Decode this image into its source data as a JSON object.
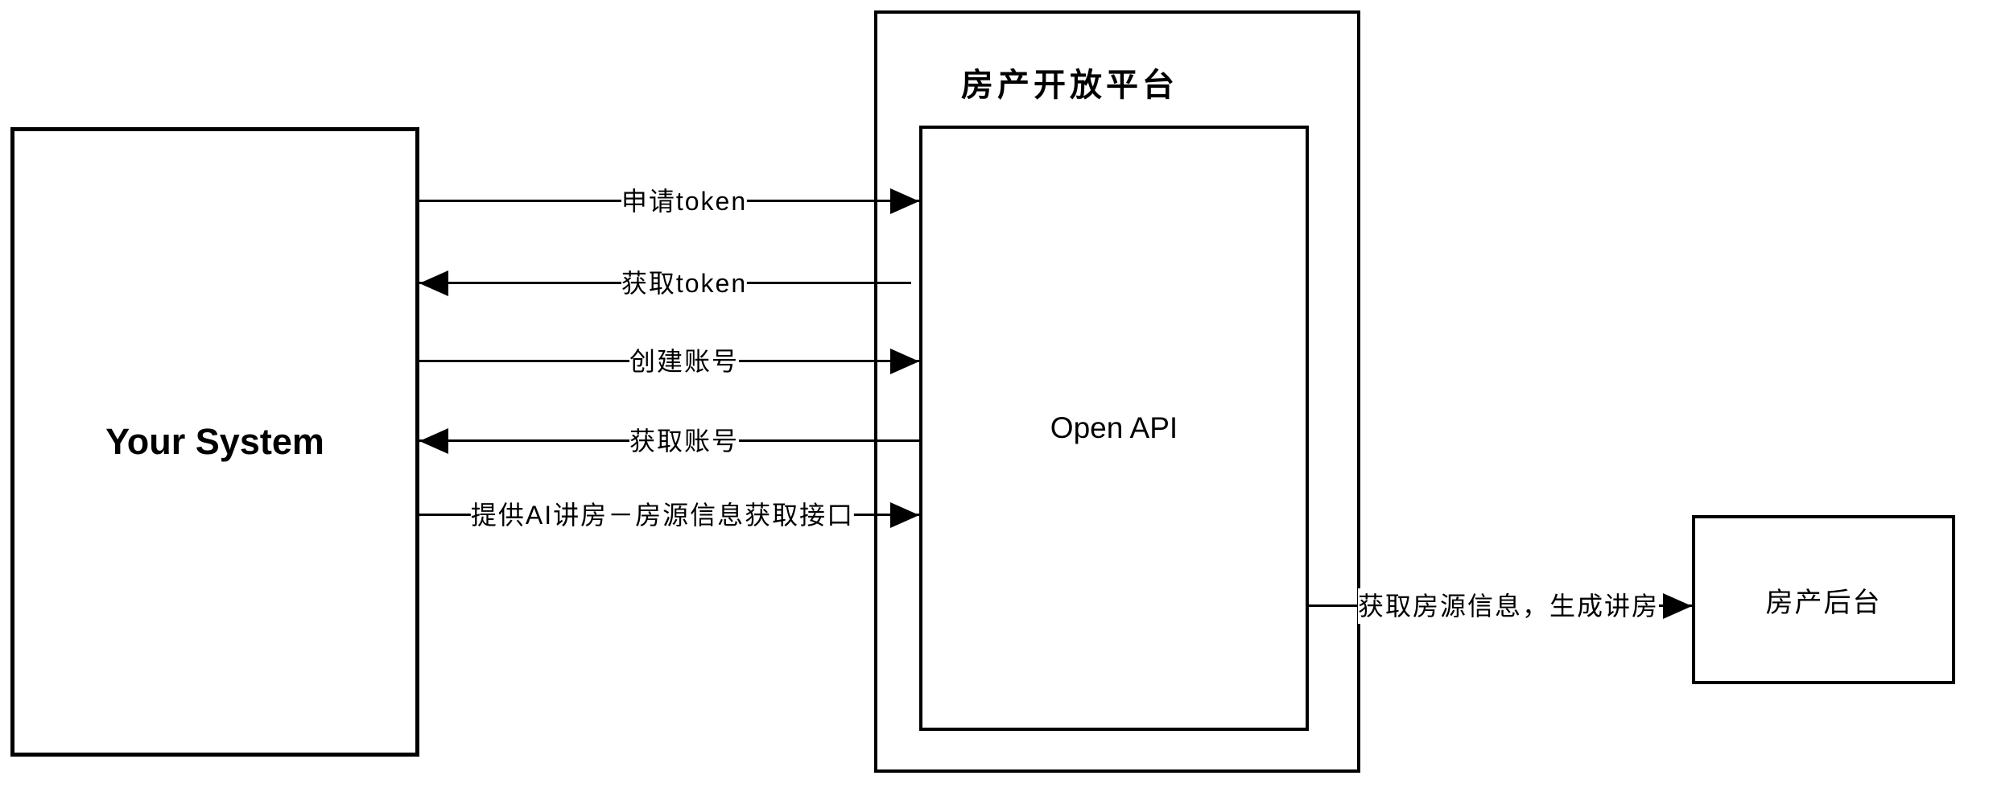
{
  "diagram": {
    "background_color": "#ffffff",
    "stroke_color": "#000000",
    "boxes": {
      "your_system": {
        "label": "Your System"
      },
      "platform": {
        "title": "房产开放平台"
      },
      "open_api": {
        "label": "Open API"
      },
      "backend": {
        "label": "房产后台"
      }
    },
    "arrows": [
      {
        "label": "申请token",
        "direction": "right"
      },
      {
        "label": "获取token",
        "direction": "left"
      },
      {
        "label": "创建账号",
        "direction": "right"
      },
      {
        "label": "获取账号",
        "direction": "left"
      },
      {
        "label": "提供AI讲房－房源信息获取接口",
        "direction": "right"
      },
      {
        "label": "获取房源信息，生成讲房",
        "direction": "right"
      }
    ]
  }
}
